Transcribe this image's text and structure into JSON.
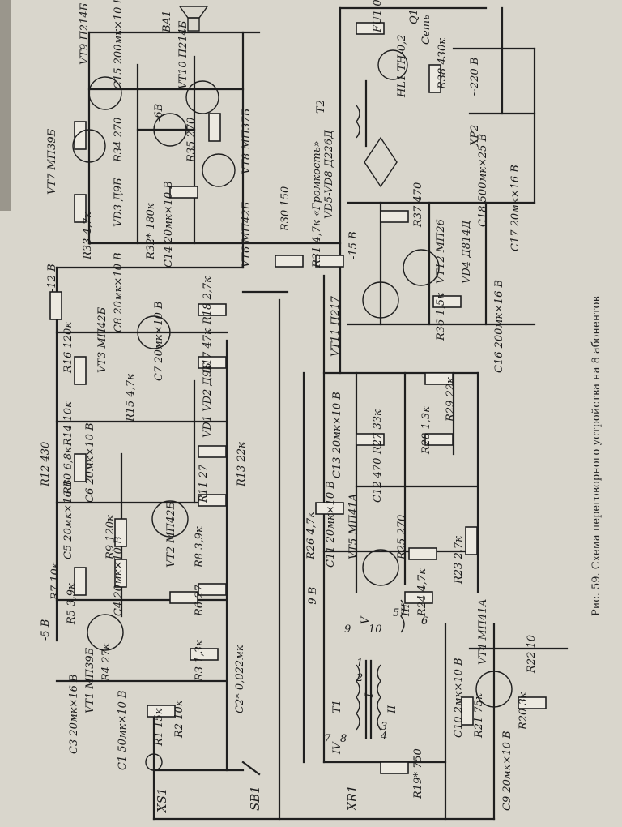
{
  "caption": "Рис. 59. Схема переговорного устройства на 8 абонентов",
  "labels": {
    "xs1": "XS1",
    "sb1": "SB1",
    "xr1": "XR1",
    "c3": "C3 20мк×16 В",
    "vt1": "VT1 МП39Б",
    "r4": "R4 27к",
    "c1": "C1 50мк×10 В",
    "r1": "R1 15к",
    "r2": "R2 10к",
    "r3": "R3 1,3к",
    "c2": "C2* 0,022мк",
    "r5": "R5 3,9к",
    "c4": "C4 20мк×10 В",
    "r6": "R6 27",
    "r7": "R7 10к",
    "minus5": "-5 В",
    "c5": "C5 20мк×16 В",
    "r9": "R9 120к",
    "vt2": "VT2 МП42Б",
    "r8": "R8 3,9к",
    "r11": "R11 27",
    "r10": "R10 6,8к",
    "c6": "C6 20мк×10 В",
    "r12": "R12 430",
    "r13": "R13 22к",
    "r14": "R14 10к",
    "vd1": "VD1 VD2 Д9Б",
    "r15": "R15 4,7к",
    "r16": "R16 120к",
    "vt3": "VT3 МП42Б",
    "c7": "C7 20мк×10 В",
    "r17": "R17 47к",
    "r18": "R18 2,7к",
    "c8": "C8 20мк×10 В",
    "minus12": "-12 В",
    "vt7": "VT7 МП39Б",
    "r33": "R33 4,7к",
    "vd3": "VD3 Д9Б",
    "r34": "R34 270",
    "vt9": "VT9 П214Б",
    "c15": "C15 200мк×10 В",
    "ba1": "BA1",
    "vt10": "VT10 П214Б",
    "r35": "R35 270",
    "vt8": "VT8 МП37Б",
    "vt6": "VT6 МП42Б",
    "r32": "R32* 180к",
    "c14": "C14 20мк×10 В",
    "r30": "R30 150",
    "r31": "R31 4,7к «Громкость»",
    "m68": "-6В",
    "vt11": "VT11 П217",
    "vt12": "VT12 МП26",
    "r36": "R36 1,5к",
    "r37": "R37 470",
    "vd4": "VD4 Д814Д",
    "c16": "C16 200мк×16 В",
    "c17": "C17 20мк×16 В",
    "c18": "C18 500мк×25 В",
    "vd5": "VD5-VD8 Д226Д",
    "minus15": "-15 В",
    "t2": "T2",
    "hl1": "HL1 ТН-0,2",
    "fu1": "FU1 0,5",
    "r38": "R38 430к",
    "q1": "Q1",
    "seti": "Сеть",
    "xp2": "XP2",
    "v220": "~220 В",
    "minus9": "-9 В",
    "r26": "R26 4,7к",
    "c11": "C11 20мк×10 В",
    "vt5": "VT5 МП41А",
    "r25": "R25 270",
    "r24": "R24 4,7к",
    "c13": "C13 20мк×10 В",
    "r27": "R27 33к",
    "c12": "C12 470",
    "r28": "R28 1,3к",
    "r29": "R29 22к",
    "r23": "R23 2,7к",
    "t1": "T1",
    "w1": "I",
    "w2": "II",
    "w3": "III",
    "w4": "IV",
    "w5": "V",
    "vt4": "VT4 МП41А",
    "r22": "R22 10",
    "r20": "R20 3к",
    "r21": "R21 75к",
    "c10": "C10 2мк×10 В",
    "c9": "C9 20мк×10 В",
    "r19": "R19* 750",
    "pins": [
      "1",
      "2",
      "3",
      "4",
      "5",
      "6",
      "7",
      "8",
      "9",
      "10"
    ]
  },
  "colors": {
    "page": "#d9d6cc",
    "ink": "#1f1f1f",
    "background": "#3a3a38"
  }
}
